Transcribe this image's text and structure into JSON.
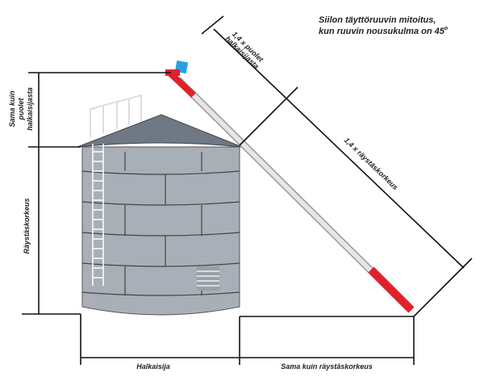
{
  "title": {
    "line1": "Siilon täyttöruuvin mitoitus,",
    "line2": "kun ruuvin nousukulma on 45",
    "degree": "o"
  },
  "labels": {
    "half_diameter_left": [
      "Sama kuin",
      "puolet",
      "halkaisijasta"
    ],
    "eave_height": "Räystäskorkeus",
    "diameter": "Halkaisija",
    "same_as_eave": "Sama kuin räystäskorkeus",
    "diag_half": [
      "1,4 x  puolet",
      "halkaisijasta"
    ],
    "diag_eave": "1,4 x räystäskorkeus"
  },
  "colors": {
    "silo": "#aab0b8",
    "roof": "#707a86",
    "auger_red": "#e0202a",
    "auger_tube": "#d8d8d8",
    "hopper_blue": "#2aa0e0"
  }
}
